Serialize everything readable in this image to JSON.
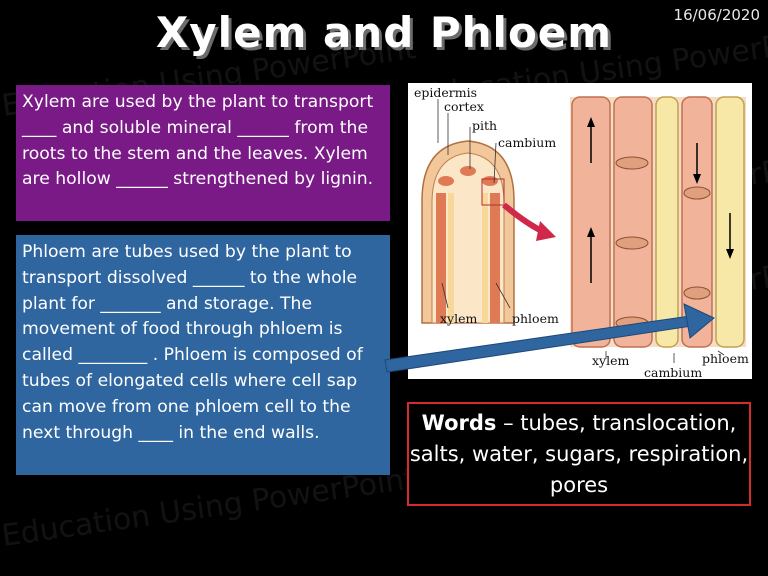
{
  "slide": {
    "title": "Xylem and Phloem",
    "date": "16/06/2020",
    "watermark": "Education Using PowerPoint"
  },
  "xylem_text": "Xylem are used by the plant to transport ____ and soluble mineral ______ from the roots to the stem and the leaves.  Xylem are hollow ______ strengthened by lignin.",
  "phloem_text": "Phloem are tubes used by the plant to transport dissolved ______ to the whole plant for _______ and storage.  The movement of food through phloem is called ________ . Phloem is composed of tubes of elongated cells where cell sap can move from one phloem cell to the next through ____ in the end walls.",
  "diagram": {
    "labels": {
      "epidermis": "epidermis",
      "cortex": "cortex",
      "pith": "pith",
      "cambium_top": "cambium",
      "xylem_left": "xylem",
      "phloem_left": "phloem",
      "xylem_bottom": "xylem",
      "cambium_bottom": "cambium",
      "phloem_bottom": "phloem"
    }
  },
  "words": {
    "heading": "Words",
    "list": " – tubes, translocation, salts, water, sugars, respiration, pores"
  },
  "colors": {
    "xylem_box": "#7a1a86",
    "phloem_box": "#2f66a0",
    "words_border": "#d42c2c",
    "arrow": "#2f66a0"
  }
}
